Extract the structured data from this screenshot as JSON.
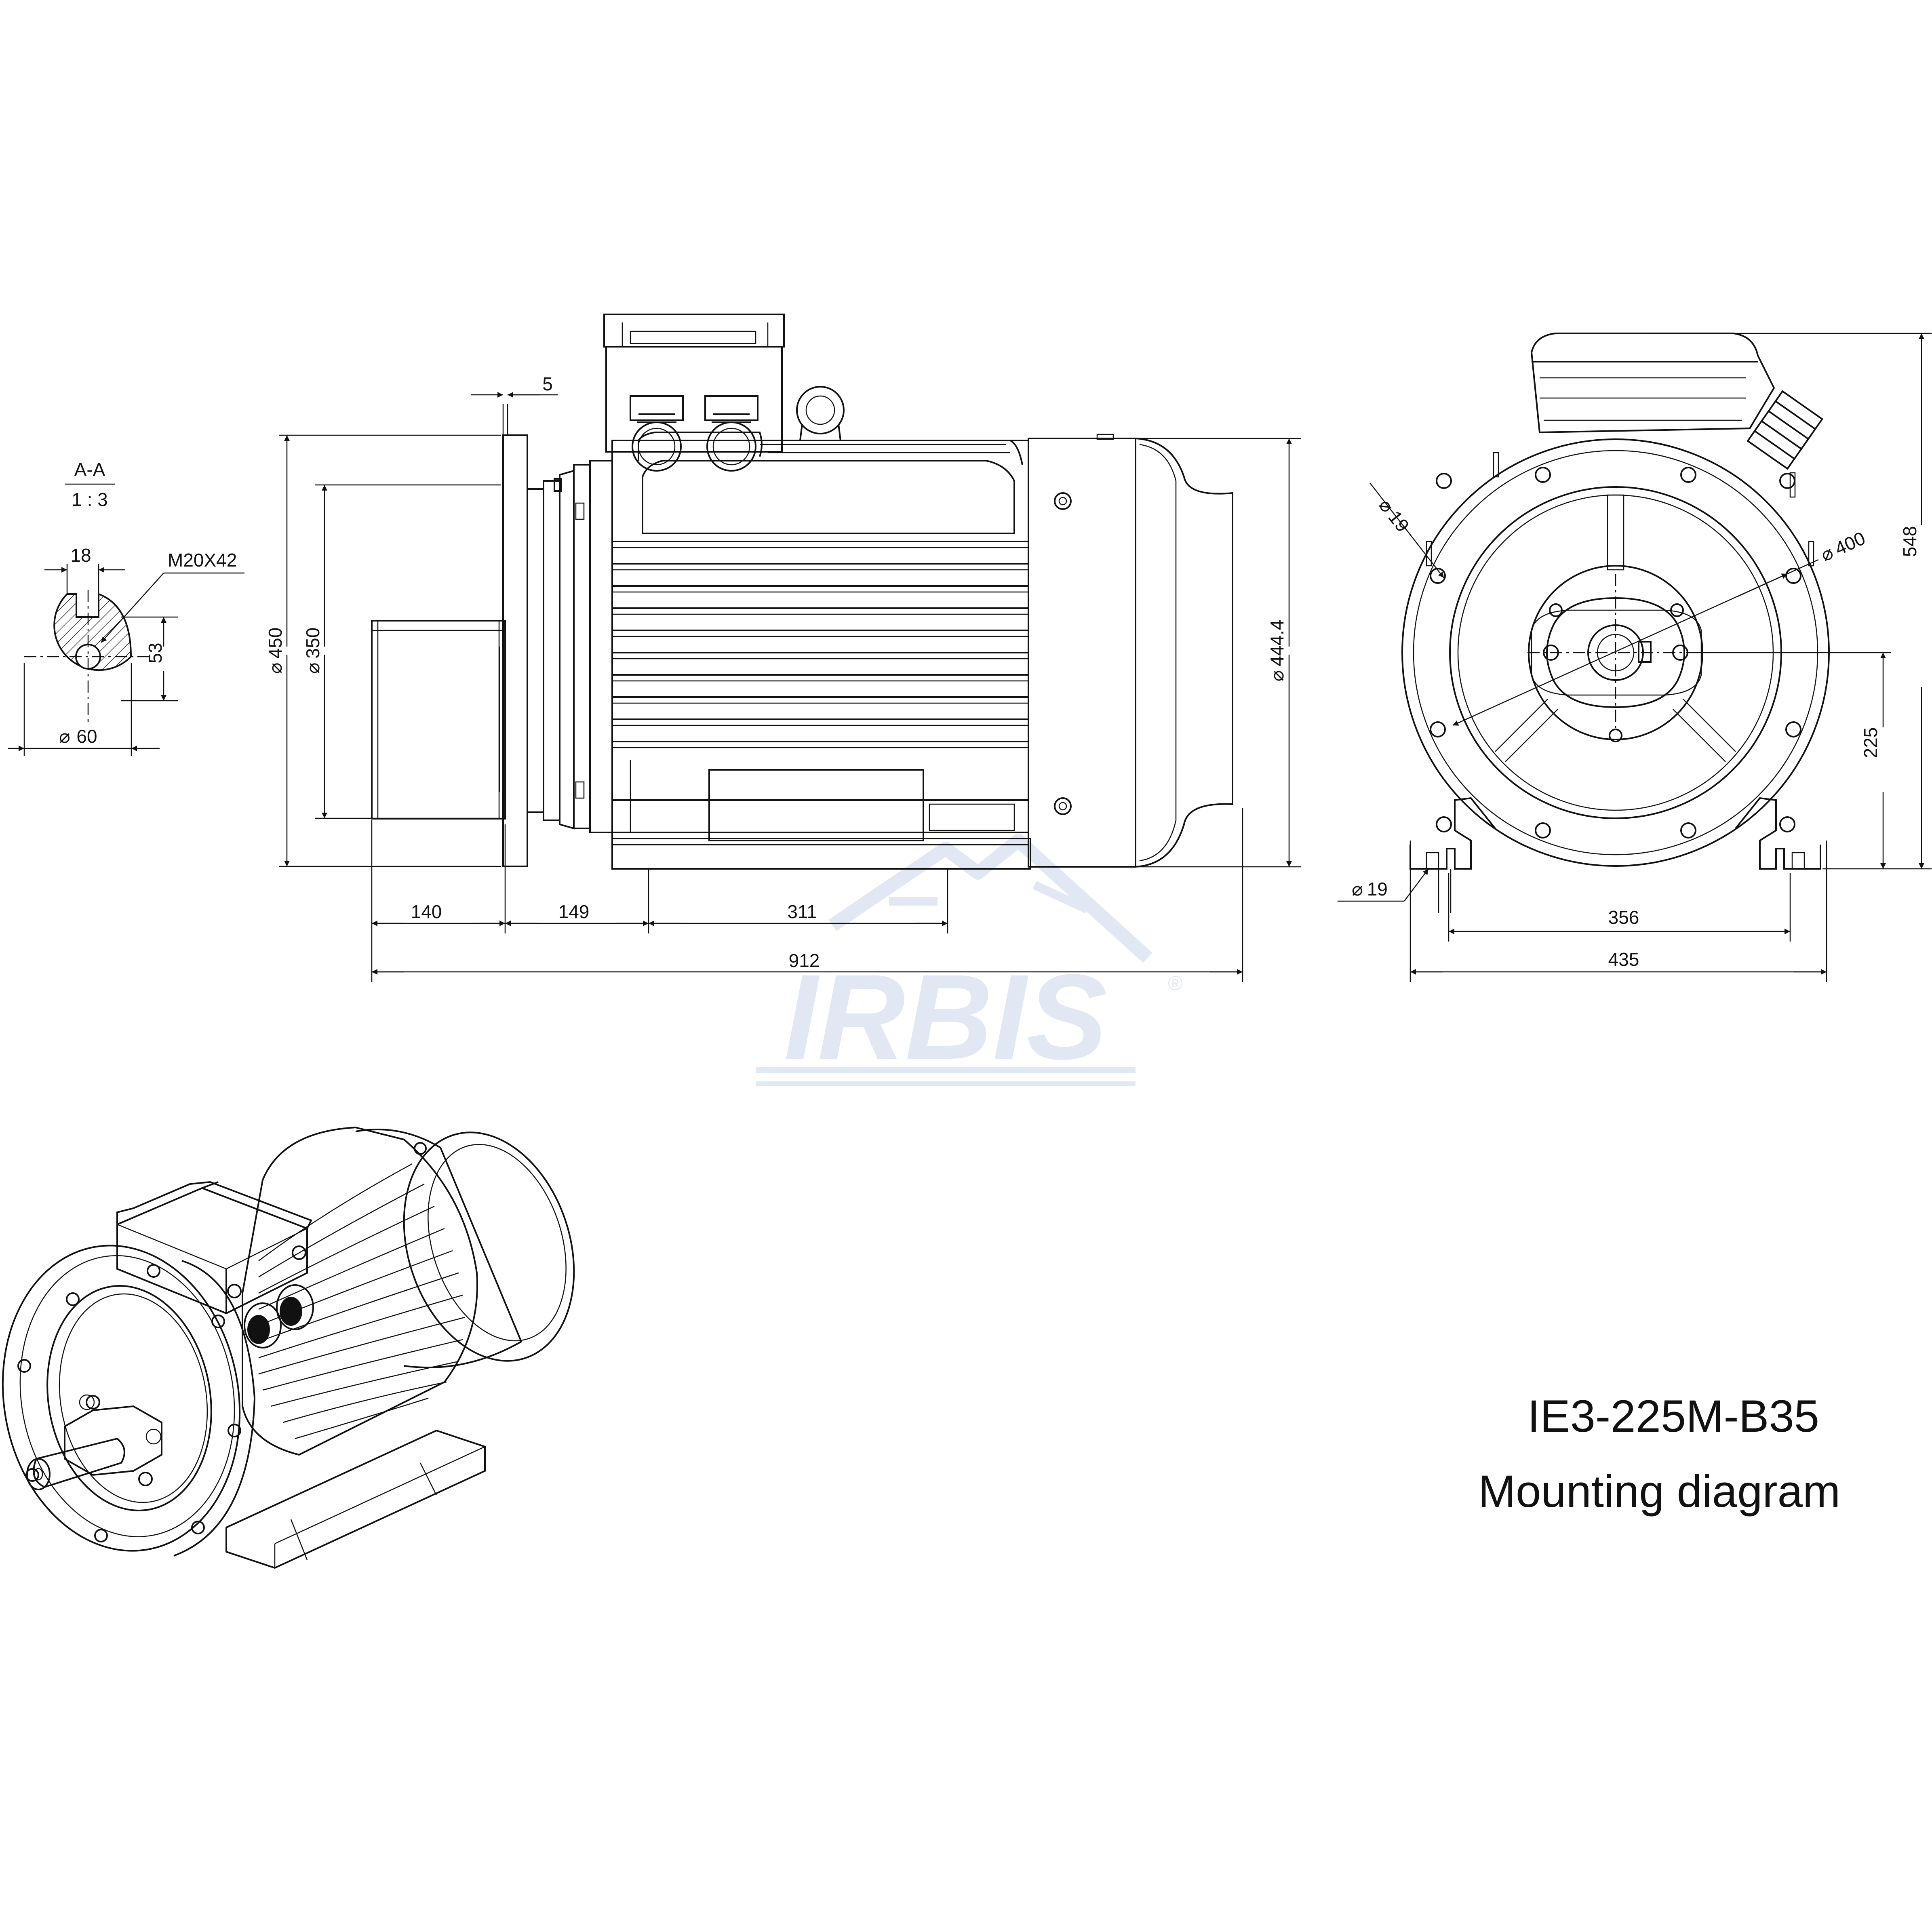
{
  "section": {
    "name": "A-A",
    "scale": "1 : 3"
  },
  "shaft": {
    "key_width": "18",
    "thread": "M20X42",
    "key_height": "53",
    "diameter": "60"
  },
  "side_view": {
    "flange_thickness": "5",
    "flange_diameter": "450",
    "spigot_diameter": "350",
    "body_diameter": "444.4",
    "shaft_length": "140",
    "flange_to_foot_hole": "149",
    "foot_hole_spacing": "311",
    "overall_length": "912"
  },
  "end_view": {
    "flange_hole": "19",
    "pcd": "400",
    "overall_height": "548",
    "shaft_height": "225",
    "foot_hole": "19",
    "foot_hole_distance": "356",
    "foot_width": "435"
  },
  "symbols": {
    "diameter": "⌀"
  },
  "watermark": {
    "brand": "IRBIS",
    "registered": "®"
  },
  "title": {
    "model": "IE3-225M-B35",
    "subtitle": "Mounting diagram"
  }
}
